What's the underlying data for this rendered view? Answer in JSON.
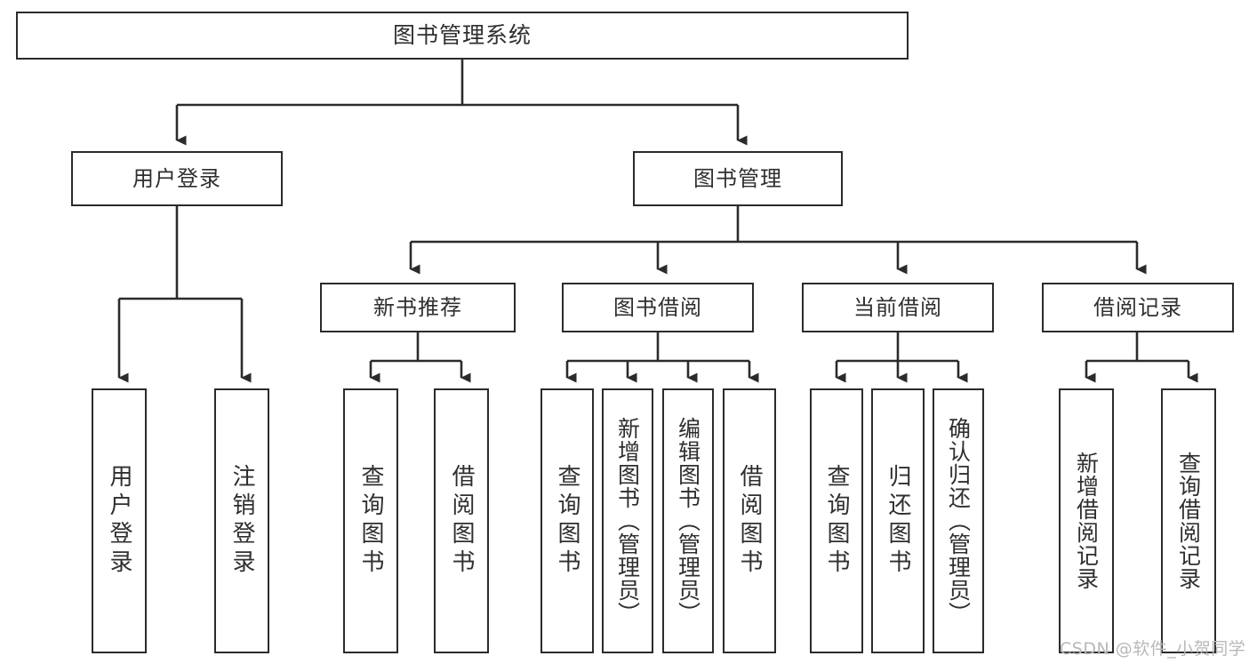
{
  "diagram": {
    "title": "图书管理系统",
    "root": {
      "id": "root",
      "label": "图书管理系统"
    },
    "level1": [
      {
        "id": "user-login",
        "label": "用户登录"
      },
      {
        "id": "book-management",
        "label": "图书管理"
      }
    ],
    "level2": [
      {
        "id": "new-book-recommend",
        "label": "新书推荐"
      },
      {
        "id": "book-borrow",
        "label": "图书借阅"
      },
      {
        "id": "current-borrow",
        "label": "当前借阅"
      },
      {
        "id": "borrow-record",
        "label": "借阅记录"
      }
    ],
    "leaves": {
      "user_login": [
        {
          "id": "leaf-user-login",
          "label": "用户登录"
        },
        {
          "id": "leaf-logout",
          "label": "注销登录"
        }
      ],
      "new_book_recommend": [
        {
          "id": "leaf-query-book-1",
          "label": "查询图书"
        },
        {
          "id": "leaf-borrow-book-1",
          "label": "借阅图书"
        }
      ],
      "book_borrow": [
        {
          "id": "leaf-query-book-2",
          "label": "查询图书"
        },
        {
          "id": "leaf-add-book",
          "label": "新增图书（管理员）"
        },
        {
          "id": "leaf-edit-book",
          "label": "编辑图书（管理员）"
        },
        {
          "id": "leaf-borrow-book-2",
          "label": "借阅图书"
        }
      ],
      "current_borrow": [
        {
          "id": "leaf-query-book-3",
          "label": "查询图书"
        },
        {
          "id": "leaf-return-book",
          "label": "归还图书"
        },
        {
          "id": "leaf-confirm-return",
          "label": "确认归还（管理员）"
        }
      ],
      "borrow_record": [
        {
          "id": "leaf-add-record",
          "label": "新增借阅记录"
        },
        {
          "id": "leaf-query-record",
          "label": "查询借阅记录"
        }
      ]
    },
    "colors": {
      "stroke": "#2b2b2b",
      "background": "#ffffff",
      "text": "#2f2f2f",
      "watermark": "#b8b8b8"
    }
  },
  "watermark": {
    "text": "CSDN @软件_小贺同学"
  }
}
